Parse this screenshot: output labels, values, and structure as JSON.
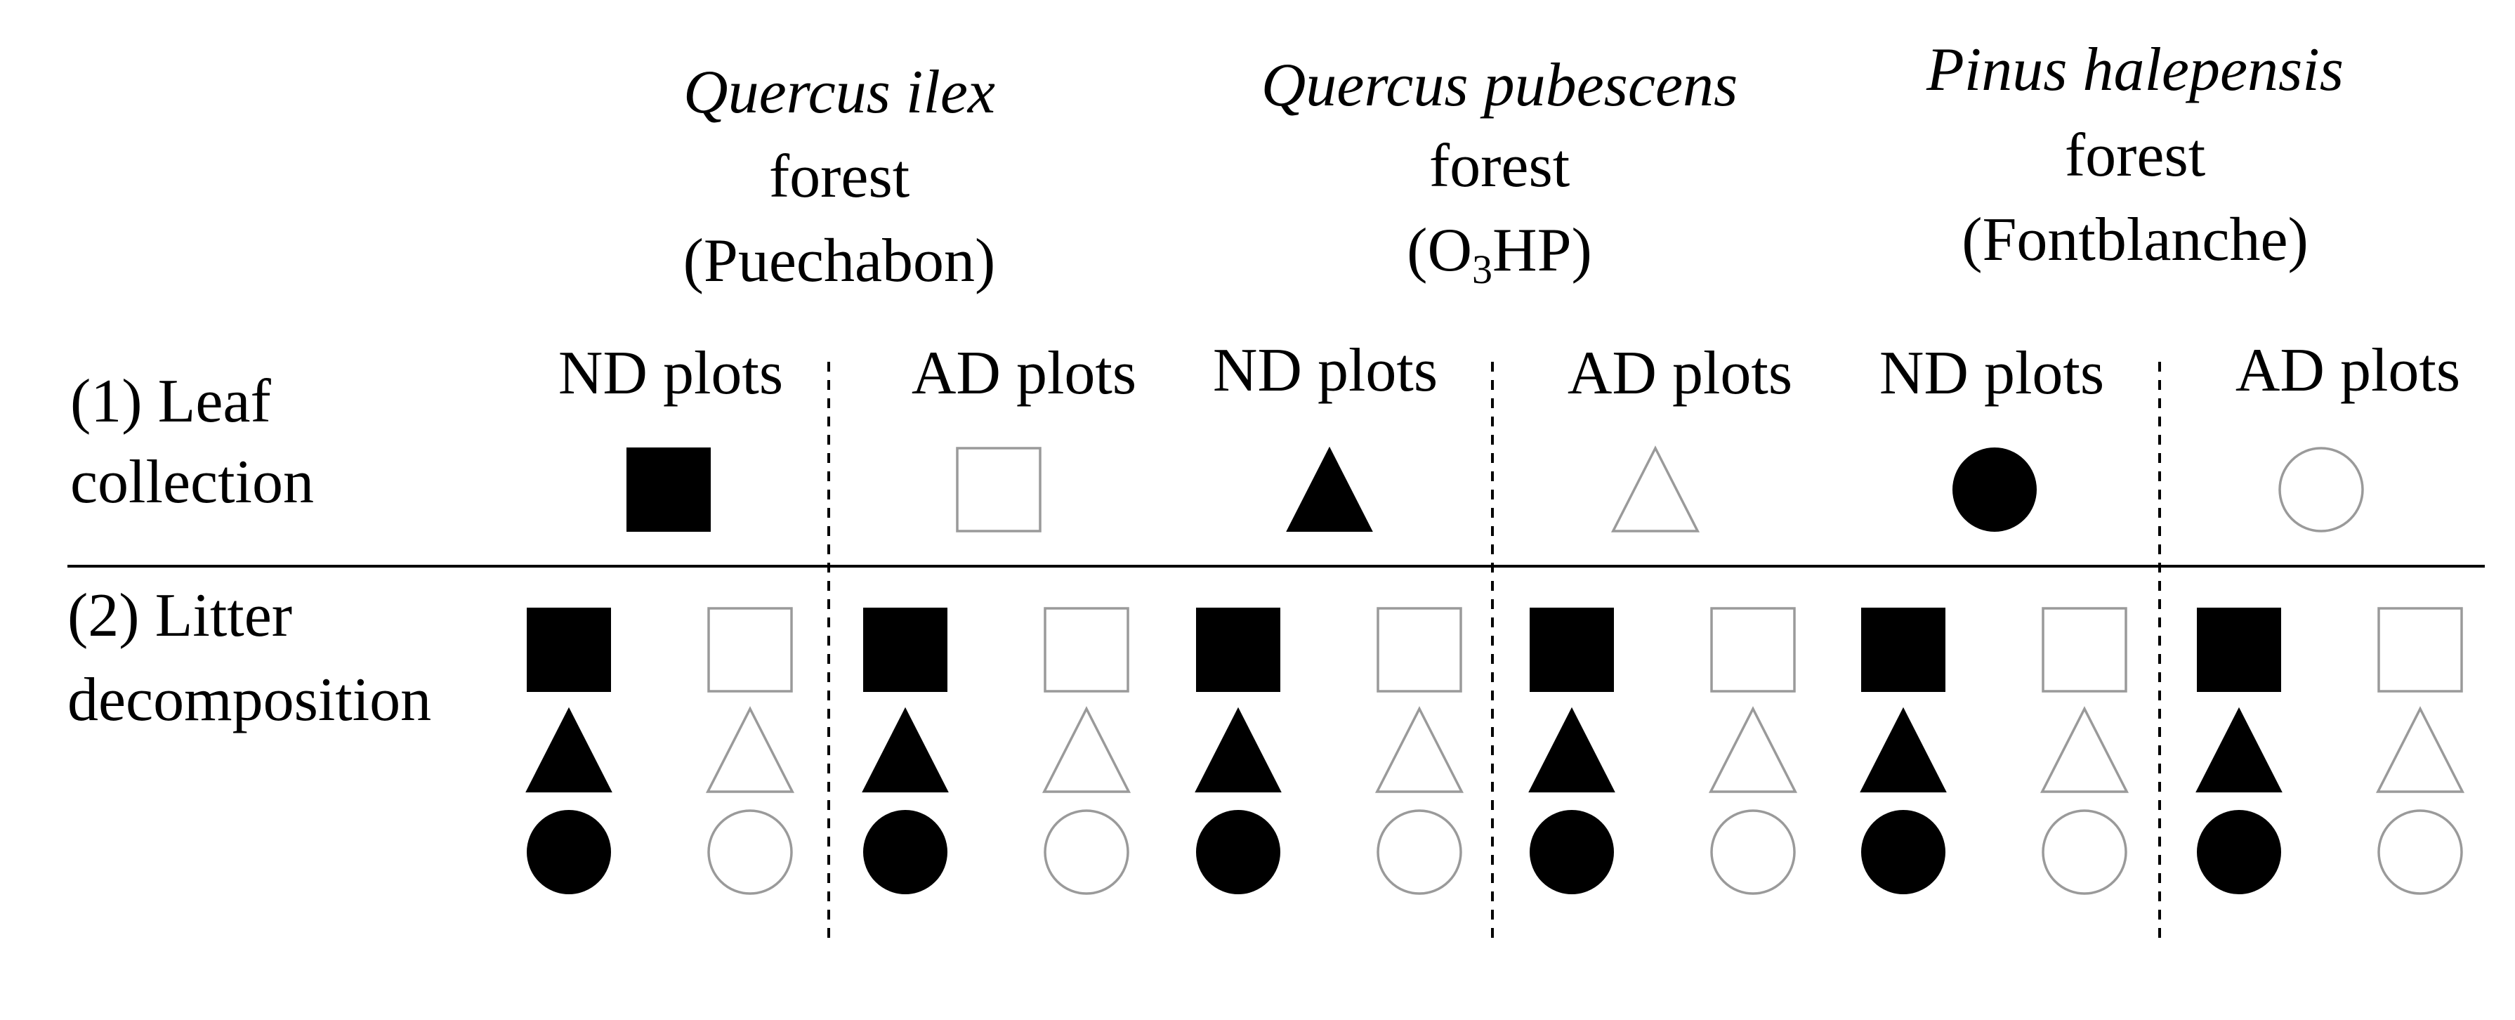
{
  "colors": {
    "filled": "#000000",
    "open_stroke": "#9a9a9a",
    "line": "#000000",
    "divider": "#000000"
  },
  "forests": [
    {
      "species": "Quercus ilex",
      "type": "forest",
      "site": "(Puechabon)",
      "plots": [
        {
          "label": "ND plots",
          "treatment": "ND",
          "leaf_symbol": "square-filled-icon"
        },
        {
          "label": "AD plots",
          "treatment": "AD",
          "leaf_symbol": "square-open-icon"
        }
      ]
    },
    {
      "species": "Quercus pubescens",
      "type": "forest",
      "site_prefix": "(O",
      "site_sub": "3",
      "site_suffix": "HP)",
      "plots": [
        {
          "label": "ND plots",
          "treatment": "ND",
          "leaf_symbol": "triangle-filled-icon"
        },
        {
          "label": "AD plots",
          "treatment": "AD",
          "leaf_symbol": "triangle-open-icon"
        }
      ]
    },
    {
      "species": "Pinus halepensis",
      "type": "forest",
      "site": "(Fontblanche)",
      "plots": [
        {
          "label": "ND plots",
          "treatment": "ND",
          "leaf_symbol": "circle-filled-icon"
        },
        {
          "label": "AD plots",
          "treatment": "AD",
          "leaf_symbol": "circle-open-icon"
        }
      ]
    }
  ],
  "rows": {
    "leaf_collection": {
      "line1": "(1) Leaf",
      "line2": "collection"
    },
    "litter_decomposition": {
      "line1": "(2) Litter",
      "line2": "decomposition",
      "symbol_pairs": [
        [
          "square-filled-icon",
          "square-open-icon"
        ],
        [
          "triangle-filled-icon",
          "triangle-open-icon"
        ],
        [
          "circle-filled-icon",
          "circle-open-icon"
        ]
      ]
    }
  }
}
